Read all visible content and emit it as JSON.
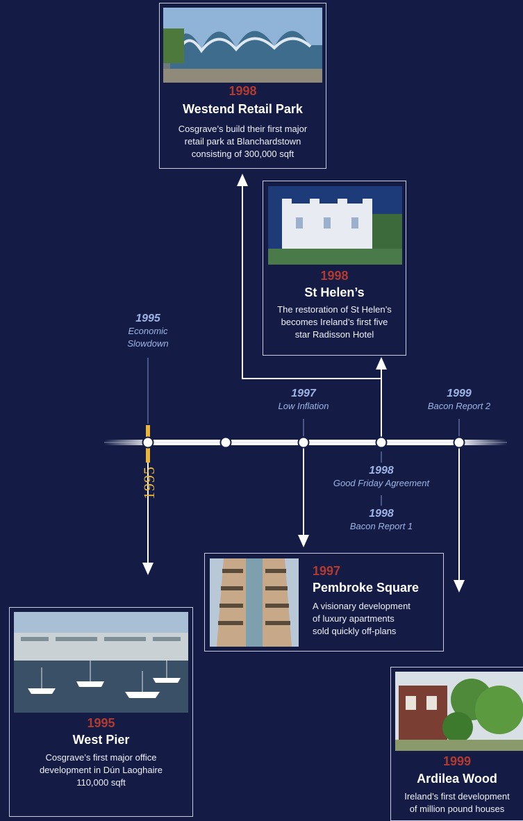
{
  "timeline": {
    "axis_year": "1995",
    "events": [
      {
        "year": "1995",
        "label_lines": [
          "Economic",
          "Slowdown"
        ]
      },
      {
        "year": "1997",
        "label_lines": [
          "Low Inflation"
        ]
      },
      {
        "year": "1999",
        "label_lines": [
          "Bacon Report 2"
        ]
      },
      {
        "year": "1998",
        "label_lines": [
          "Good Friday Agreement"
        ]
      },
      {
        "year": "1998",
        "label_lines": [
          "Bacon Report 1"
        ]
      }
    ]
  },
  "cards": {
    "westend": {
      "year": "1998",
      "title": "Westend Retail Park",
      "lines": [
        "Cosgrave’s build their first major",
        "retail park at Blanchardstown",
        "consisting of 300,000 sqft"
      ]
    },
    "sthelens": {
      "year": "1998",
      "title": "St Helen’s",
      "lines": [
        "The restoration of St Helen’s",
        "becomes Ireland’s first five",
        "star Radisson Hotel"
      ]
    },
    "pembroke": {
      "year": "1997",
      "title": "Pembroke Square",
      "lines": [
        "A visionary development",
        "of luxury apartments",
        "sold quickly off-plans"
      ]
    },
    "westpier": {
      "year": "1995",
      "title": "West Pier",
      "lines": [
        "Cosgrave’s first major office",
        "development in Dún Laoghaire",
        "110,000 sqft"
      ]
    },
    "ardilea": {
      "year": "1999",
      "title": "Ardilea Wood",
      "lines": [
        "Ireland’s first development",
        "of million pound houses"
      ]
    }
  },
  "colors": {
    "background": "#141c46",
    "card_year": "#b23a2e",
    "event_text": "#9db4e6",
    "axis_marker": "#e9b53a"
  }
}
